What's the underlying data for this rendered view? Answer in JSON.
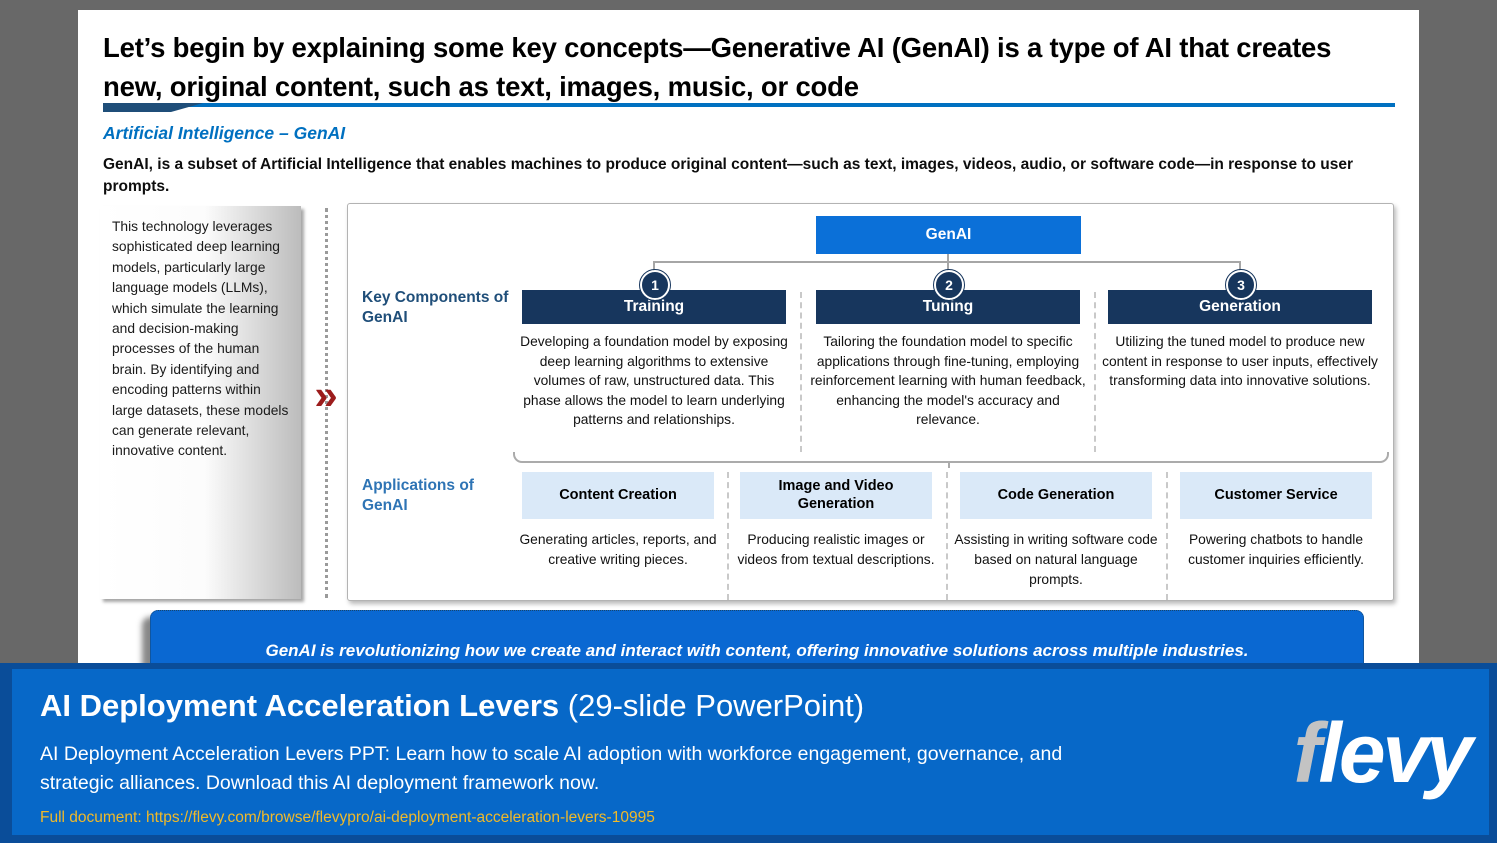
{
  "slide": {
    "title": "Let’s begin by explaining some key concepts—Generative AI (GenAI) is a type of AI that creates new, original content, such as text, images, music, or code",
    "subtitle": "Artificial Intelligence – GenAI",
    "intro": "GenAI, is a subset of Artificial Intelligence that enables machines to produce original content—such as text, images, videos, audio, or software code—in response to user prompts.",
    "sidebar_text": "This technology leverages sophisticated deep learning models, particularly large language models (LLMs), which simulate the learning and decision-making processes of the human brain. By identifying and encoding patterns within large datasets, these models can generate relevant, innovative content.",
    "chevron_glyph": "»",
    "diagram": {
      "root_label": "GenAI",
      "components_label": "Key Components of GenAI",
      "applications_label": "Applications of GenAI",
      "components": [
        {
          "number": "1",
          "title": "Training",
          "description": "Developing a foundation model by exposing deep learning algorithms to extensive volumes of raw, unstructured data. This phase allows the model to learn underlying patterns and relationships."
        },
        {
          "number": "2",
          "title": "Tuning",
          "description": "Tailoring the foundation model to specific applications through fine-tuning, employing reinforcement learning with human feedback, enhancing the model's accuracy and relevance."
        },
        {
          "number": "3",
          "title": "Generation",
          "description": "Utilizing the tuned model to produce new content in response to user inputs, effectively transforming data into innovative solutions."
        }
      ],
      "applications": [
        {
          "title": "Content Creation",
          "description": "Generating articles, reports, and creative writing pieces."
        },
        {
          "title": "Image and Video Generation",
          "description": "Producing realistic images or videos from textual descriptions."
        },
        {
          "title": "Code Generation",
          "description": "Assisting in writing software code based on natural language prompts."
        },
        {
          "title": "Customer Service",
          "description": "Powering chatbots to handle customer inquiries efficiently."
        }
      ]
    },
    "takeaway": "GenAI is revolutionizing how we create and interact with content, offering innovative solutions across multiple industries."
  },
  "footer": {
    "title_bold": "AI Deployment Acceleration Levers",
    "title_regular": " (29-slide PowerPoint)",
    "description": "AI Deployment Acceleration Levers PPT: Learn how to scale AI adoption with workforce engagement, governance, and strategic alliances. Download this AI deployment framework now.",
    "link": "Full document: https://flevy.com/browse/flevypro/ai-deployment-acceleration-levers-10995",
    "logo_f": "f",
    "logo_rest": "levy"
  },
  "colors": {
    "genai_box": "#0B70D8",
    "component_box": "#17365D",
    "application_box": "#DAE9F8",
    "takeaway_banner": "#0A68D2",
    "footer_outer": "#0A4D99",
    "footer_inner": "#0768C8",
    "footer_link": "#F0B929",
    "subtitle_blue": "#0070C0",
    "chevron_red": "#9C1C1C"
  }
}
